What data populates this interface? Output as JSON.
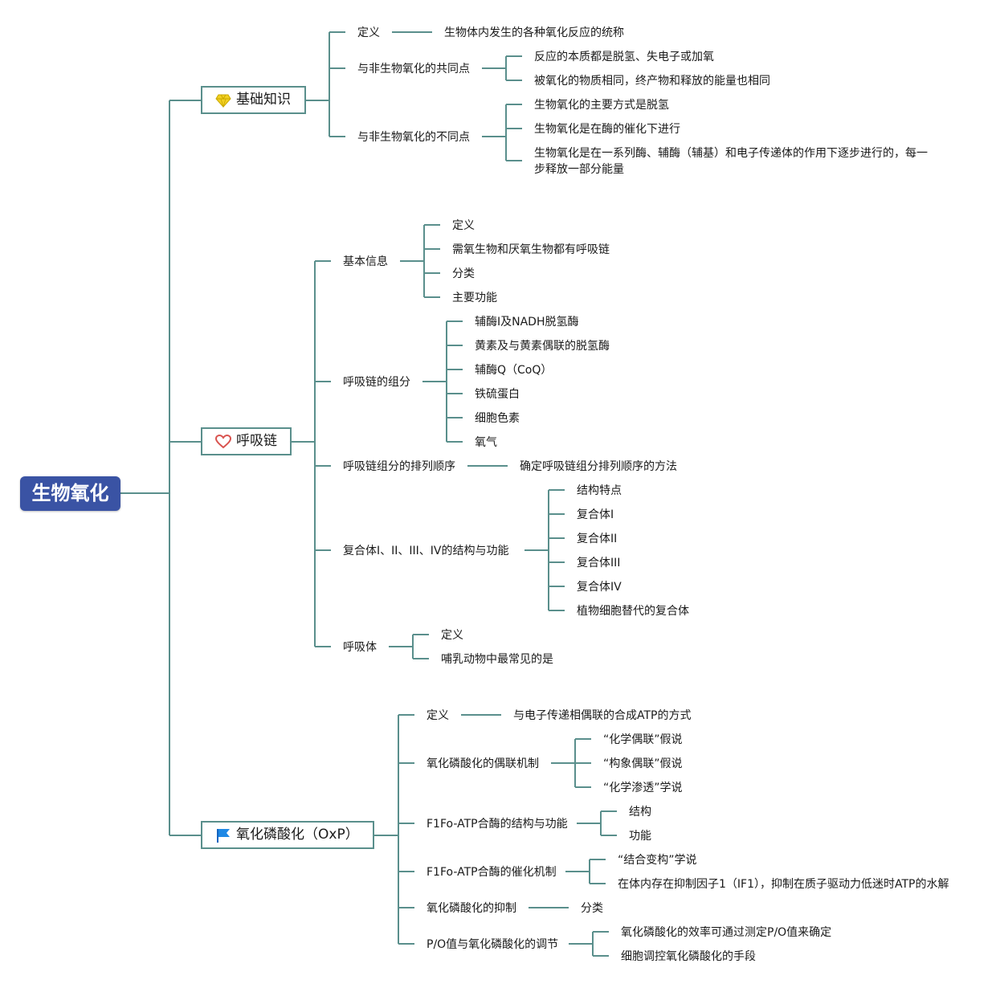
{
  "root": {
    "label": "生物氧化"
  },
  "branches": [
    {
      "label": "基础知识",
      "icon": "diamond-icon",
      "topics": [
        {
          "label": "定义",
          "details": [
            "生物体内发生的各种氧化反应的统称"
          ]
        },
        {
          "label": "与非生物氧化的共同点",
          "details": [
            "反应的本质都是脱氢、失电子或加氧",
            "被氧化的物质相同，终产物和释放的能量也相同"
          ]
        },
        {
          "label": "与非生物氧化的不同点",
          "details": [
            "生物氧化的主要方式是脱氢",
            "生物氧化是在酶的催化下进行",
            "生物氧化是在一系列酶、辅酶（辅基）和电子传递体的作用下逐步进行的，每一步释放一部分能量"
          ]
        }
      ]
    },
    {
      "label": "呼吸链",
      "icon": "heart-icon",
      "topics": [
        {
          "label": "基本信息",
          "details": [
            "定义",
            "需氧生物和厌氧生物都有呼吸链",
            "分类",
            "主要功能"
          ]
        },
        {
          "label": "呼吸链的组分",
          "details": [
            "辅酶I及NADH脱氢酶",
            "黄素及与黄素偶联的脱氢酶",
            "辅酶Q（CoQ）",
            "铁硫蛋白",
            "细胞色素",
            "氧气"
          ]
        },
        {
          "label": "呼吸链组分的排列顺序",
          "details": [
            "确定呼吸链组分排列顺序的方法"
          ]
        },
        {
          "label": "复合体I、II、III、IV的结构与功能",
          "details": [
            "结构特点",
            "复合体I",
            "复合体II",
            "复合体III",
            "复合体IV",
            "植物细胞替代的复合体"
          ]
        },
        {
          "label": "呼吸体",
          "details": [
            "定义",
            "哺乳动物中最常见的是"
          ]
        }
      ]
    },
    {
      "label": "氧化磷酸化（OxP）",
      "icon": "flag-icon",
      "topics": [
        {
          "label": "定义",
          "details": [
            "与电子传递相偶联的合成ATP的方式"
          ]
        },
        {
          "label": "氧化磷酸化的偶联机制",
          "details": [
            "“化学偶联”假说",
            "“构象偶联”假说",
            "“化学渗透”学说"
          ]
        },
        {
          "label": "F1Fo-ATP合酶的结构与功能",
          "details": [
            "结构",
            "功能"
          ]
        },
        {
          "label": "F1Fo-ATP合酶的催化机制",
          "details": [
            "“结合变构”学说",
            "在体内存在抑制因子1（IF1），抑制在质子驱动力低迷时ATP的水解"
          ]
        },
        {
          "label": "氧化磷酸化的抑制",
          "details": [
            "分类"
          ]
        },
        {
          "label": "P/O值与氧化磷酸化的调节",
          "details": [
            "氧化磷酸化的效率可通过测定P/O值来确定",
            "细胞调控氧化磷酸化的手段"
          ]
        }
      ]
    }
  ],
  "colors": {
    "line": "#5a8f8c",
    "root_fill": "#3a53a4",
    "diamond": "#f2d022",
    "heart": "#d9534f",
    "flag": "#1e88e5"
  }
}
